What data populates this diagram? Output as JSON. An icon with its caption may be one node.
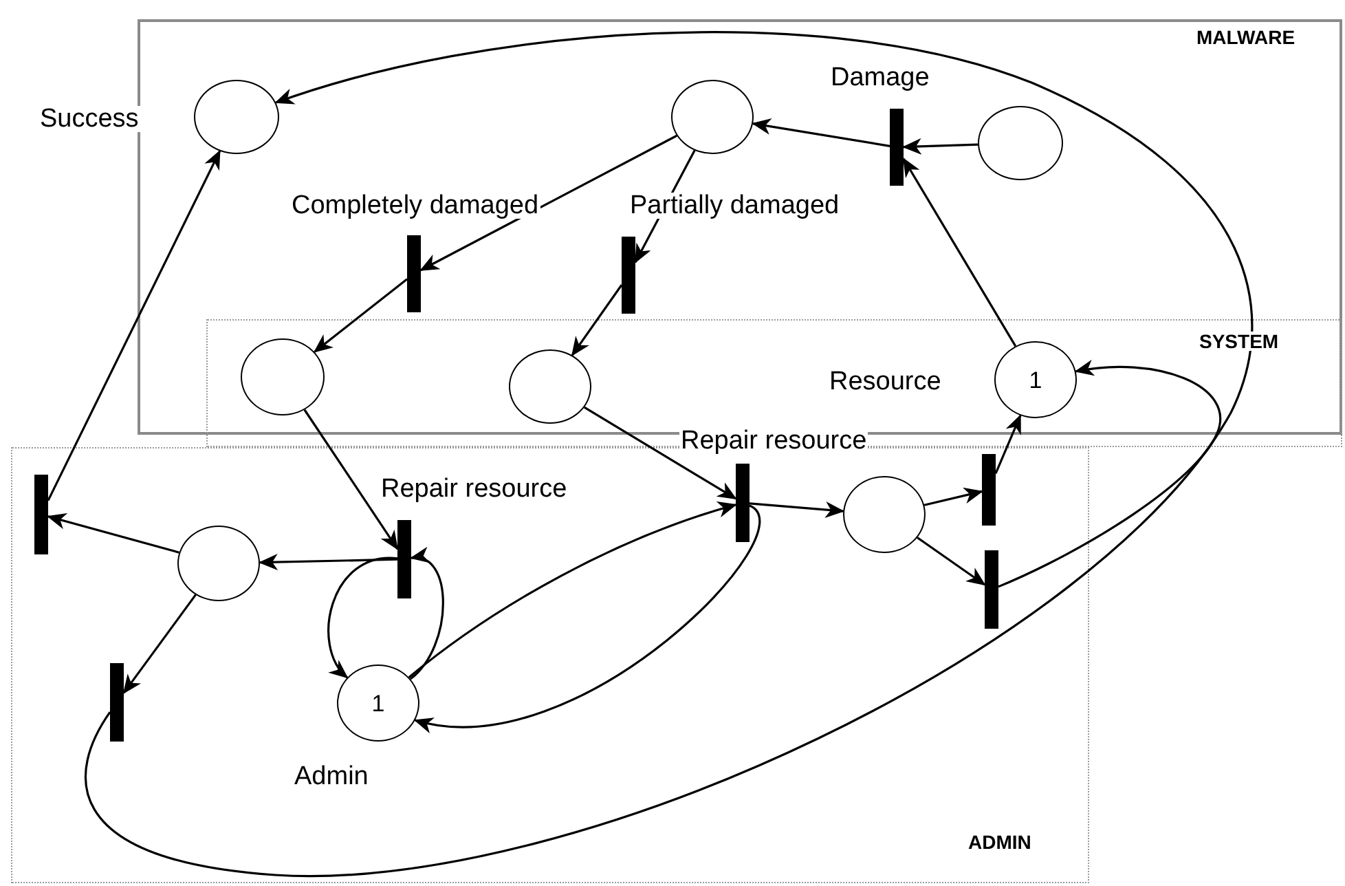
{
  "diagram": {
    "nodes": [
      {
        "text": [],
        "shape": "circle",
        "beside": [
          "Success"
        ]
      },
      {
        "text": [],
        "shape": "circle"
      },
      {
        "text": [],
        "shape": "bar",
        "beside": [
          "Damage"
        ]
      },
      {
        "text": [],
        "shape": "circle"
      },
      {
        "text": [],
        "shape": "bar"
      },
      {
        "text": [],
        "shape": "bar"
      },
      {
        "text": [],
        "shape": "circle"
      },
      {
        "text": [],
        "shape": "circle"
      },
      {
        "text": [
          "1"
        ],
        "beside": [
          "Resource"
        ]
      },
      {
        "text": [],
        "shape": "bar"
      },
      {
        "text": [],
        "shape": "bar",
        "beside": [
          "Repair resource"
        ]
      },
      {
        "text": [],
        "shape": "bar",
        "beside": [
          "Repair resource"
        ]
      },
      {
        "text": [],
        "shape": "circle"
      },
      {
        "text": [],
        "shape": "circle"
      },
      {
        "text": [],
        "shape": "bar"
      },
      {
        "text": [],
        "shape": "bar"
      },
      {
        "text": [],
        "shape": "bar"
      },
      {
        "text": [
          "1"
        ],
        "beside": [
          "Admin"
        ]
      }
    ],
    "edges": [
      {
        "from": 16,
        "to": 0,
        "arrow": "to"
      },
      {
        "from": 3,
        "to": 2,
        "arrow": "to"
      },
      {
        "from": 2,
        "to": 1,
        "arrow": "to"
      },
      {
        "from": 8,
        "to": 2,
        "arrow": "to"
      },
      {
        "from": 1,
        "to": 4,
        "arrow": "to",
        "label": "Completely damaged"
      },
      {
        "from": 1,
        "to": 5,
        "arrow": "to",
        "label": "Partially damaged"
      },
      {
        "from": 4,
        "to": 6,
        "arrow": "to"
      },
      {
        "from": 5,
        "to": 7,
        "arrow": "to"
      },
      {
        "from": 6,
        "to": 10,
        "arrow": "to"
      },
      {
        "from": 7,
        "to": 11,
        "arrow": "to"
      },
      {
        "from": 9,
        "to": 0,
        "arrow": "to"
      },
      {
        "from": 12,
        "to": 9,
        "arrow": "to"
      },
      {
        "from": 10,
        "to": 12,
        "arrow": "to"
      },
      {
        "from": 10,
        "to": 17,
        "arrow": "to"
      },
      {
        "from": 17,
        "to": 10,
        "arrow": "to"
      },
      {
        "from": 17,
        "to": 11,
        "arrow": "to"
      },
      {
        "from": 11,
        "to": 17,
        "arrow": "to"
      },
      {
        "from": 11,
        "to": 13,
        "arrow": "to"
      },
      {
        "from": 13,
        "to": 14,
        "arrow": "to"
      },
      {
        "from": 13,
        "to": 15,
        "arrow": "to"
      },
      {
        "from": 14,
        "to": 8,
        "arrow": "to"
      },
      {
        "from": 15,
        "to": 8,
        "arrow": "to"
      },
      {
        "from": 12,
        "to": 16,
        "arrow": "to"
      }
    ],
    "labels": [
      "MALWARE",
      "SYSTEM",
      "ADMIN"
    ]
  }
}
